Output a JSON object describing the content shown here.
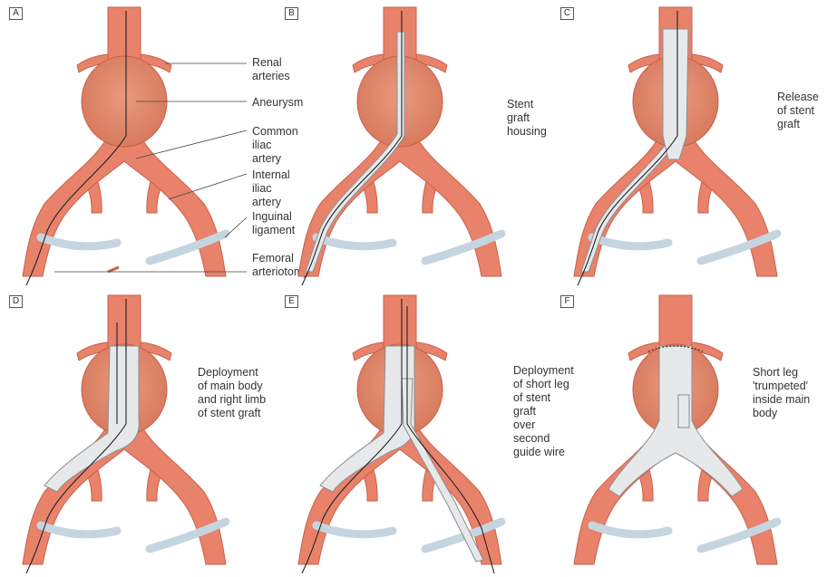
{
  "colors": {
    "artery": "#e8826b",
    "artery_dark": "#c9604a",
    "aneurysm": "#d87a5e",
    "aneurysm_center": "#e89a7e",
    "graft": "#e6e8ea",
    "graft_stroke": "#8a8f94",
    "ligament": "#c5d5e0",
    "wire": "#222222"
  },
  "panels": [
    {
      "letter": "A",
      "labels": [
        {
          "lines": [
            "Renal",
            "arteries"
          ]
        },
        {
          "lines": [
            "Aneurysm"
          ]
        },
        {
          "lines": [
            "Common",
            "iliac artery"
          ]
        },
        {
          "lines": [
            "Internal",
            "iliac artery"
          ]
        },
        {
          "lines": [
            "Inguinal",
            "ligament"
          ]
        },
        {
          "lines": [
            "Femoral",
            "arteriotomy"
          ]
        }
      ]
    },
    {
      "letter": "B",
      "labels": [
        {
          "lines": [
            "Stent graft",
            "housing"
          ]
        }
      ]
    },
    {
      "letter": "C",
      "labels": [
        {
          "lines": [
            "Release",
            "of stent",
            "graft"
          ]
        }
      ]
    },
    {
      "letter": "D",
      "labels": [
        {
          "lines": [
            "Deployment",
            "of main body",
            "and right limb",
            "of stent graft"
          ]
        }
      ]
    },
    {
      "letter": "E",
      "labels": [
        {
          "lines": [
            "Deployment",
            "of short leg",
            "of stent graft",
            "over second",
            "guide wire"
          ]
        }
      ]
    },
    {
      "letter": "F",
      "labels": [
        {
          "lines": [
            "Short leg",
            "'trumpeted'",
            "inside main",
            "body"
          ]
        }
      ]
    }
  ]
}
